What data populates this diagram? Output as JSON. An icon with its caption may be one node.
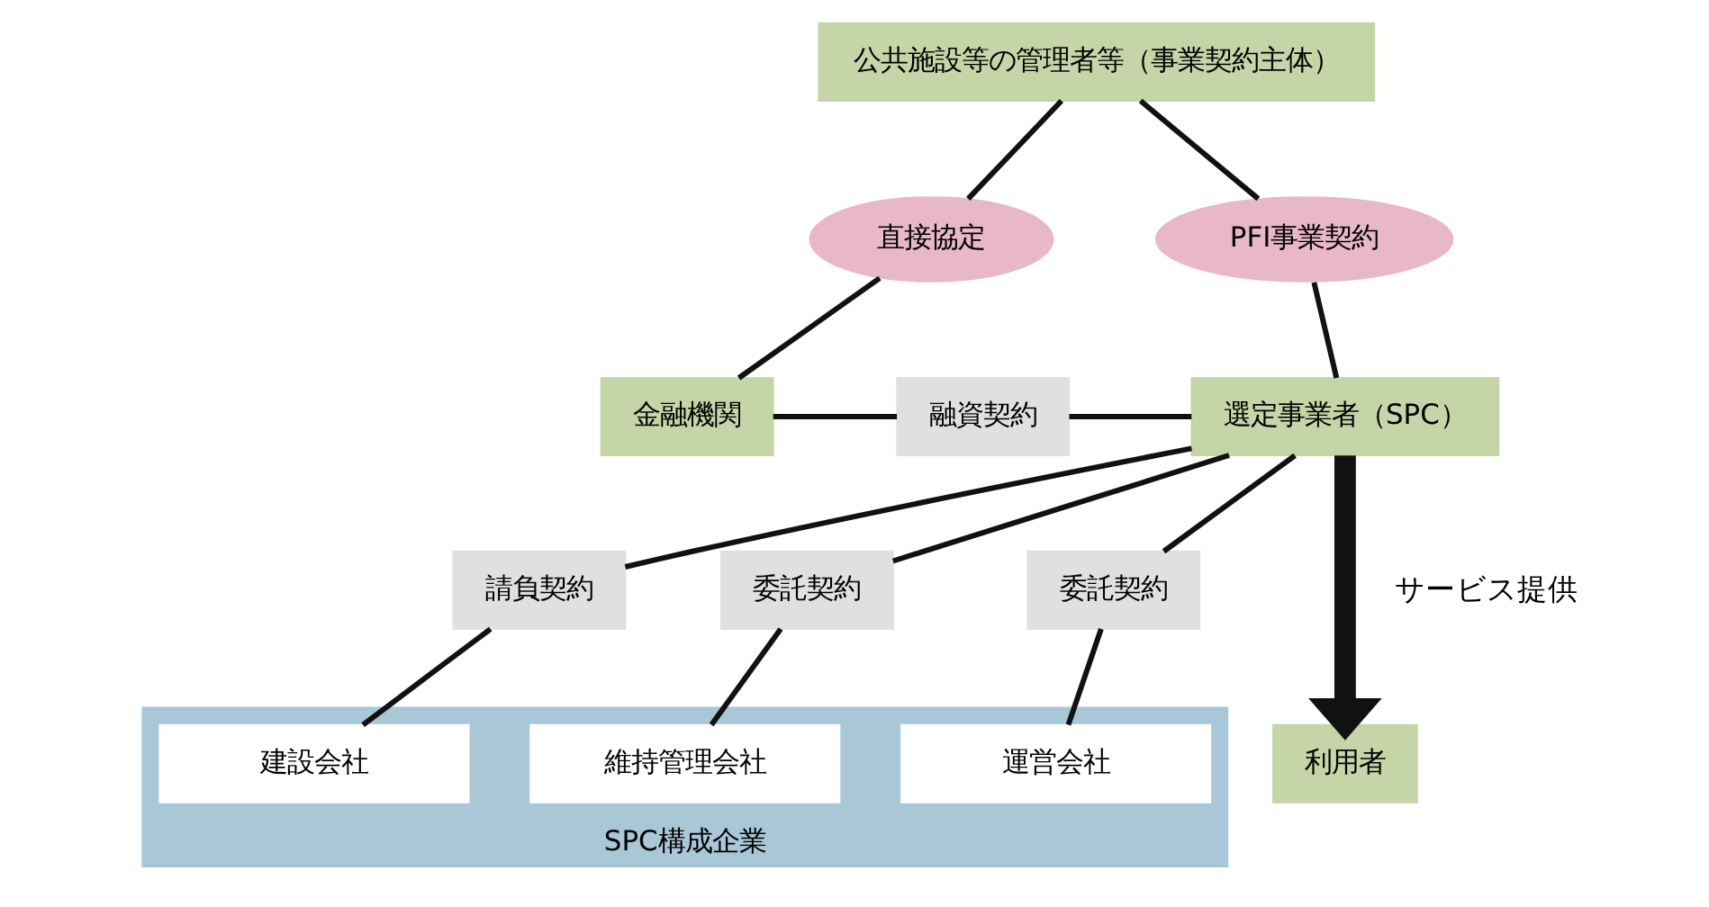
{
  "diagram": {
    "nodes": [
      {
        "text": [
          "公共施設等の管理者等（事業契約主体）"
        ]
      },
      {
        "text": [
          "直接協定"
        ]
      },
      {
        "text": [
          "PFI事業契約"
        ]
      },
      {
        "text": [
          "金融機関"
        ]
      },
      {
        "text": [
          "融資契約"
        ]
      },
      {
        "text": [
          "選定事業者（SPC）"
        ]
      },
      {
        "text": [
          "請負契約"
        ]
      },
      {
        "text": [
          "委託契約"
        ]
      },
      {
        "text": [
          "委託契約"
        ]
      },
      {
        "text": [
          "SPC構成企業"
        ]
      },
      {
        "text": [
          "建設会社"
        ],
        "in": 9
      },
      {
        "text": [
          "維持管理会社"
        ],
        "in": 9
      },
      {
        "text": [
          "運営会社"
        ],
        "in": 9
      },
      {
        "text": [
          "利用者"
        ]
      }
    ],
    "edges": [
      {
        "from": 1,
        "to": 0,
        "arrow": "none"
      },
      {
        "from": 1,
        "to": 3,
        "arrow": "none"
      },
      {
        "from": 2,
        "to": 0,
        "arrow": "none"
      },
      {
        "from": 2,
        "to": 5,
        "arrow": "none"
      },
      {
        "from": 3,
        "to": 4,
        "arrow": "none"
      },
      {
        "from": 4,
        "to": 5,
        "arrow": "none"
      },
      {
        "from": 5,
        "to": 6,
        "arrow": "none"
      },
      {
        "from": 5,
        "to": 7,
        "arrow": "none"
      },
      {
        "from": 5,
        "to": 8,
        "arrow": "none"
      },
      {
        "from": 6,
        "to": 10,
        "arrow": "none"
      },
      {
        "from": 7,
        "to": 11,
        "arrow": "none"
      },
      {
        "from": 8,
        "to": 12,
        "arrow": "none"
      },
      {
        "from": 5,
        "to": 13,
        "arrow": "to",
        "label": "サービス提供",
        "style": "thick"
      }
    ]
  }
}
